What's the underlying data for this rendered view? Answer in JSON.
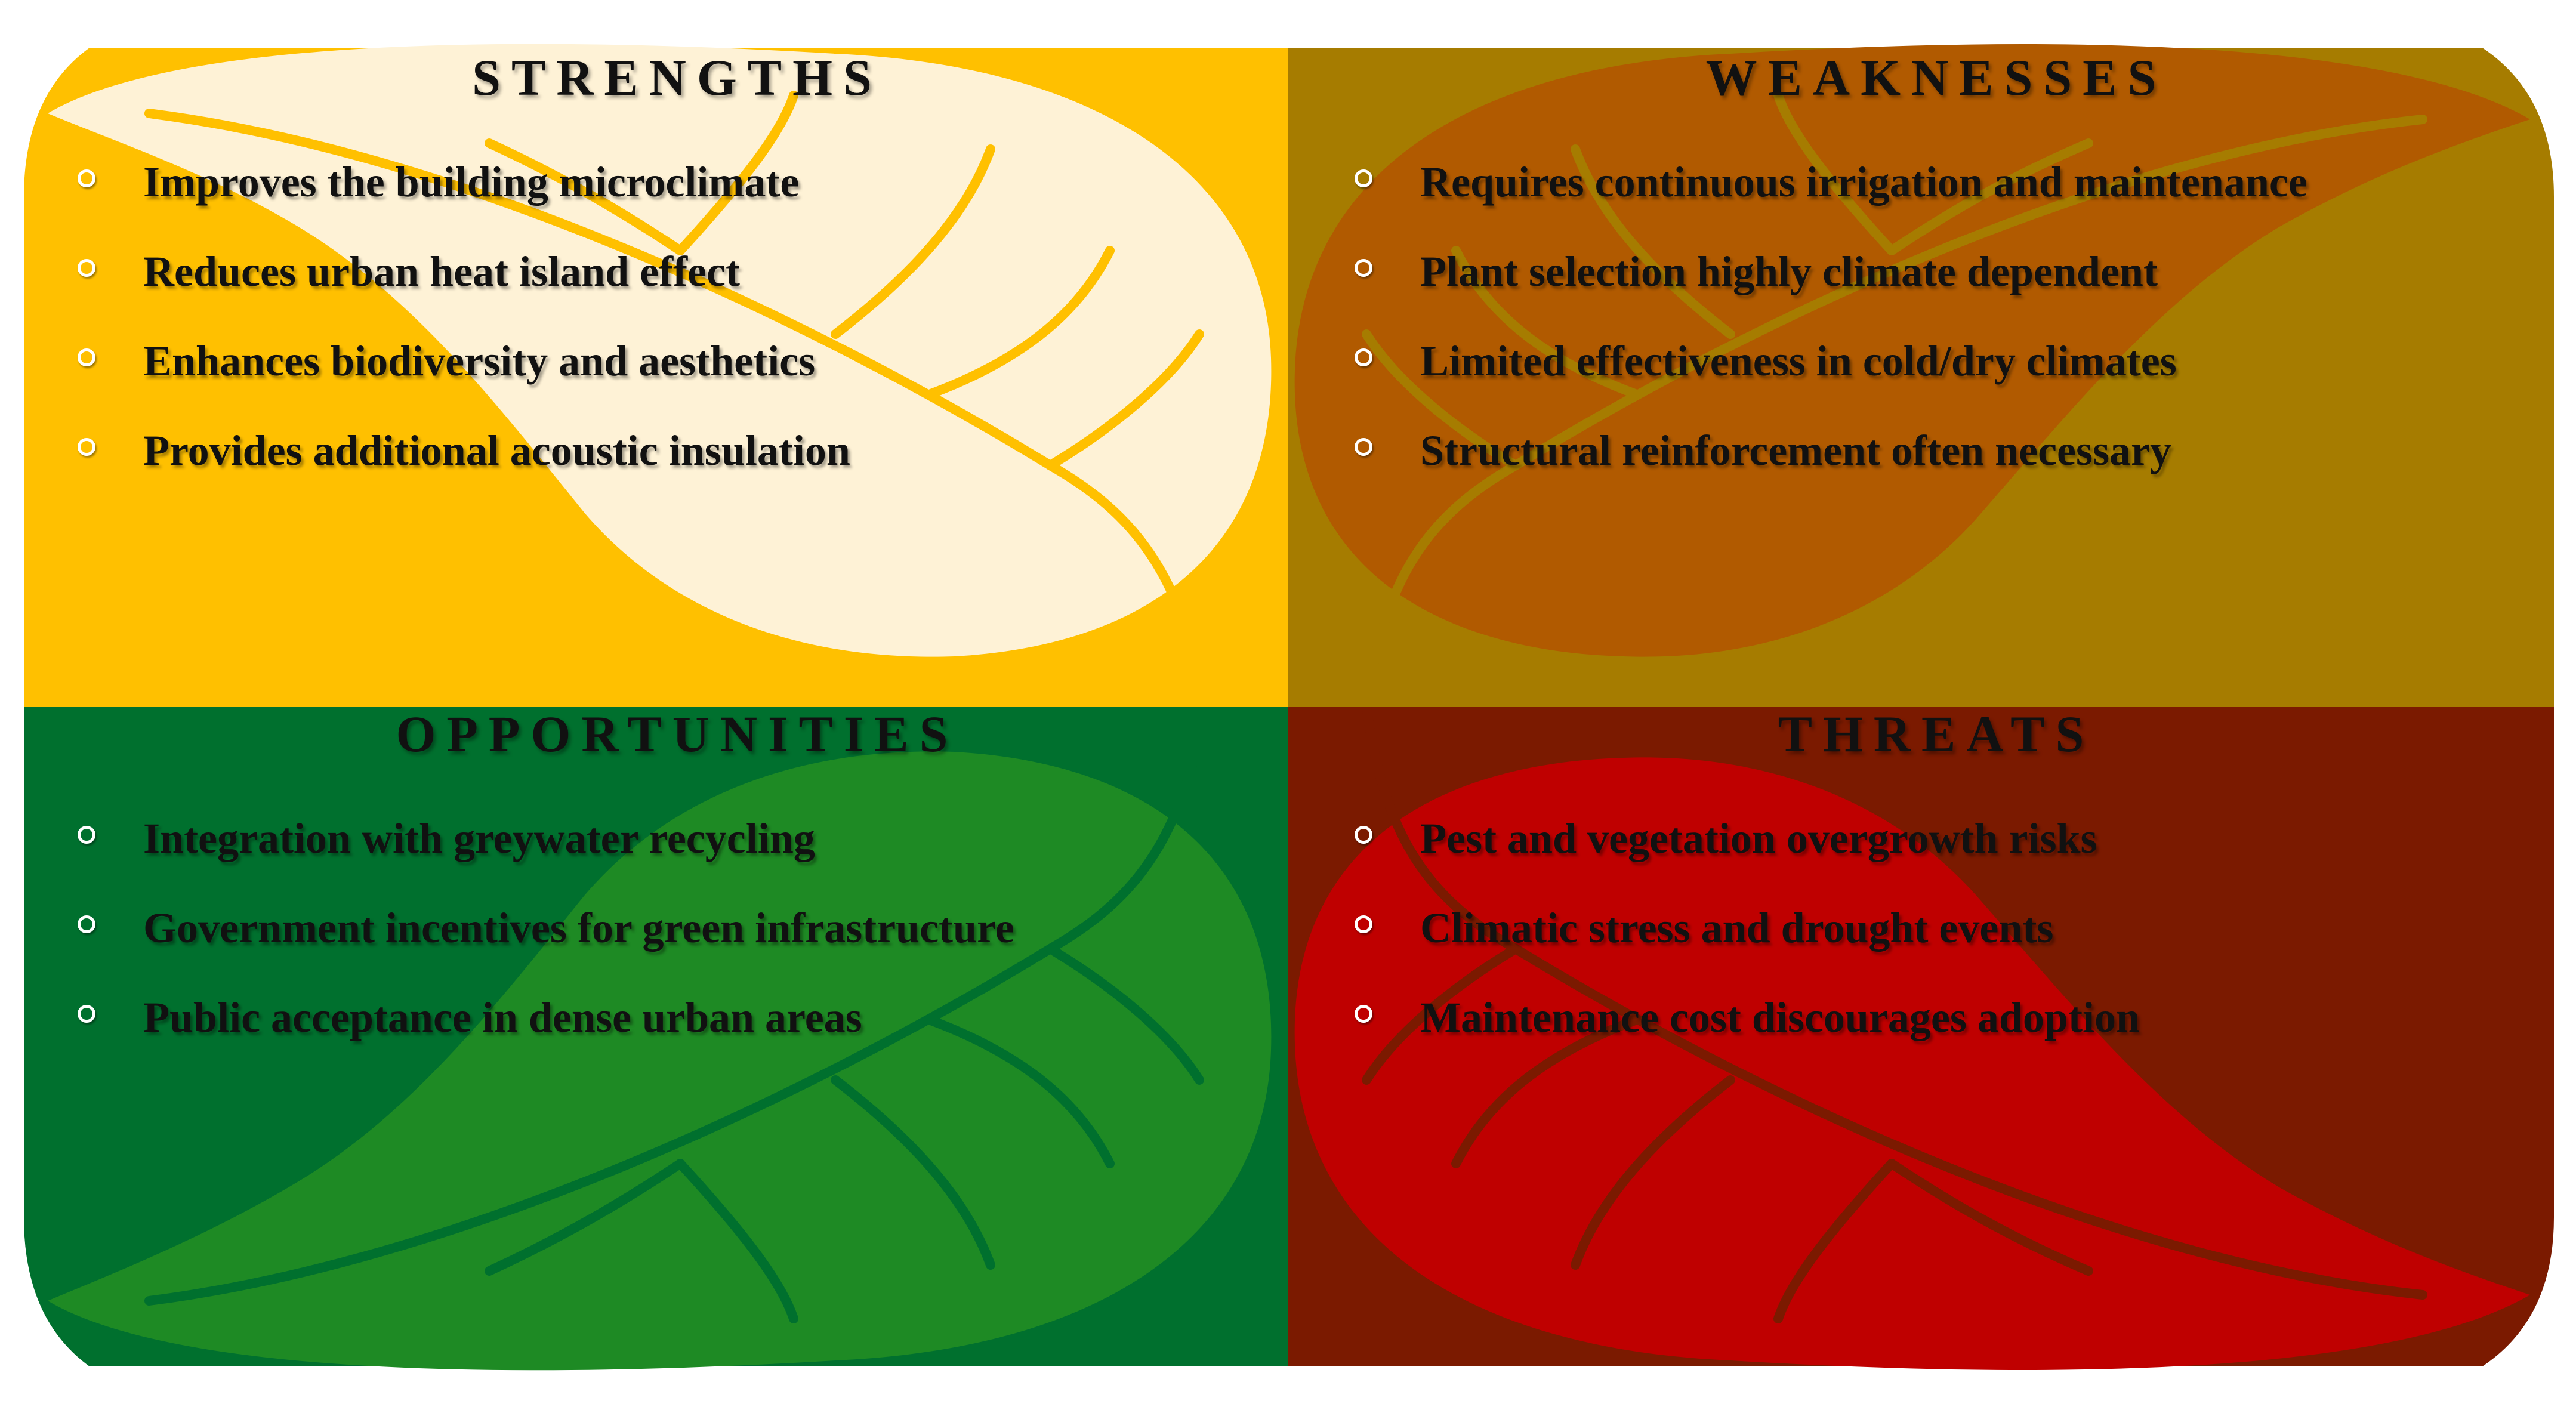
{
  "colors": {
    "strengths_bg": "#FFC000",
    "strengths_leaf": "#FEF2D6",
    "weaknesses_bg": "#A67C00",
    "weaknesses_leaf": "#B15A00",
    "opportunities_bg": "#00702E",
    "opportunities_leaf": "#1E8A24",
    "threats_bg": "#7B1A00",
    "threats_leaf": "#BF0000"
  },
  "strengths": {
    "title": "STRENGTHS",
    "items": [
      "Improves the building microclimate",
      "Reduces urban heat island effect",
      "Enhances biodiversity and aesthetics",
      "Provides additional acoustic insulation"
    ]
  },
  "weaknesses": {
    "title": "WEAKNESSES",
    "items": [
      "Requires continuous irrigation and maintenance",
      "Plant selection highly climate dependent",
      "Limited effectiveness in cold/dry climates",
      "Structural reinforcement often necessary"
    ]
  },
  "opportunities": {
    "title": "OPPORTUNITIES",
    "items": [
      "Integration with greywater recycling",
      "Government incentives for green infrastructure",
      "Public acceptance in dense urban areas"
    ]
  },
  "threats": {
    "title": "THREATS",
    "items": [
      "Pest and vegetation overgrowth risks",
      "Climatic stress and drought events",
      "Maintenance cost discourages adoption"
    ]
  }
}
